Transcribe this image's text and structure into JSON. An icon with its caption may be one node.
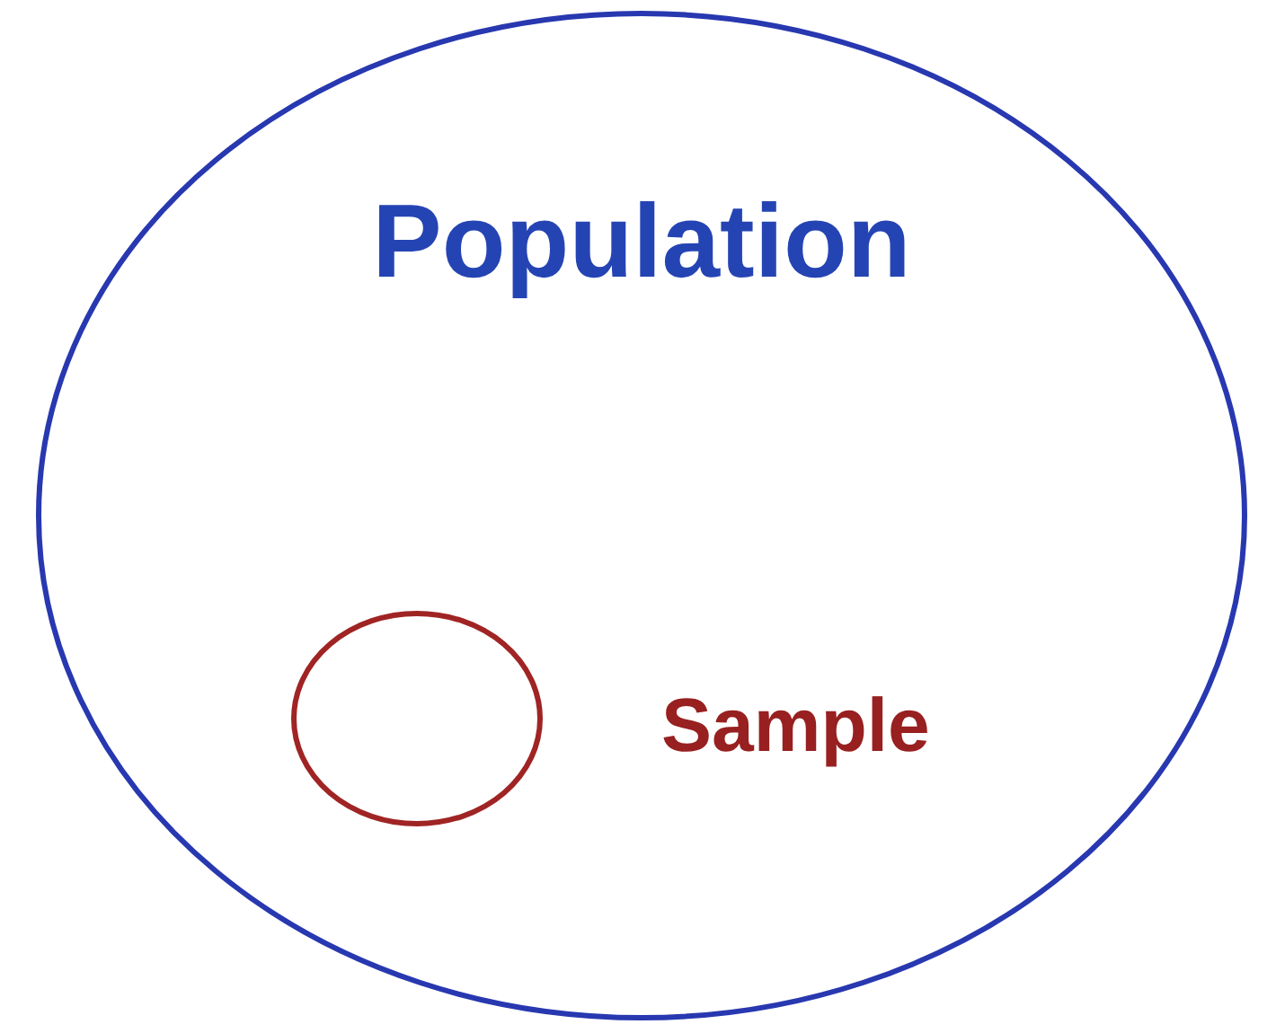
{
  "diagram": {
    "nodes": [
      {
        "text": [
          "Population"
        ]
      },
      {
        "text": [],
        "shape": "circle",
        "in": 0,
        "beside": [
          "Sample"
        ]
      }
    ]
  }
}
